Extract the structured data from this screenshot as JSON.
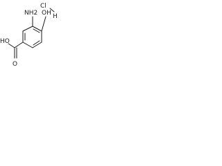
{
  "molecule": {
    "salt": {
      "cl": "Cl",
      "h": "H"
    },
    "substituents": {
      "amine": "NH2",
      "hydroxyl": "OH",
      "carboxyl_oh": "HO",
      "carboxyl_o": "O"
    }
  },
  "colors": {
    "ink": "#1a1a1a",
    "background": "#ffffff"
  }
}
